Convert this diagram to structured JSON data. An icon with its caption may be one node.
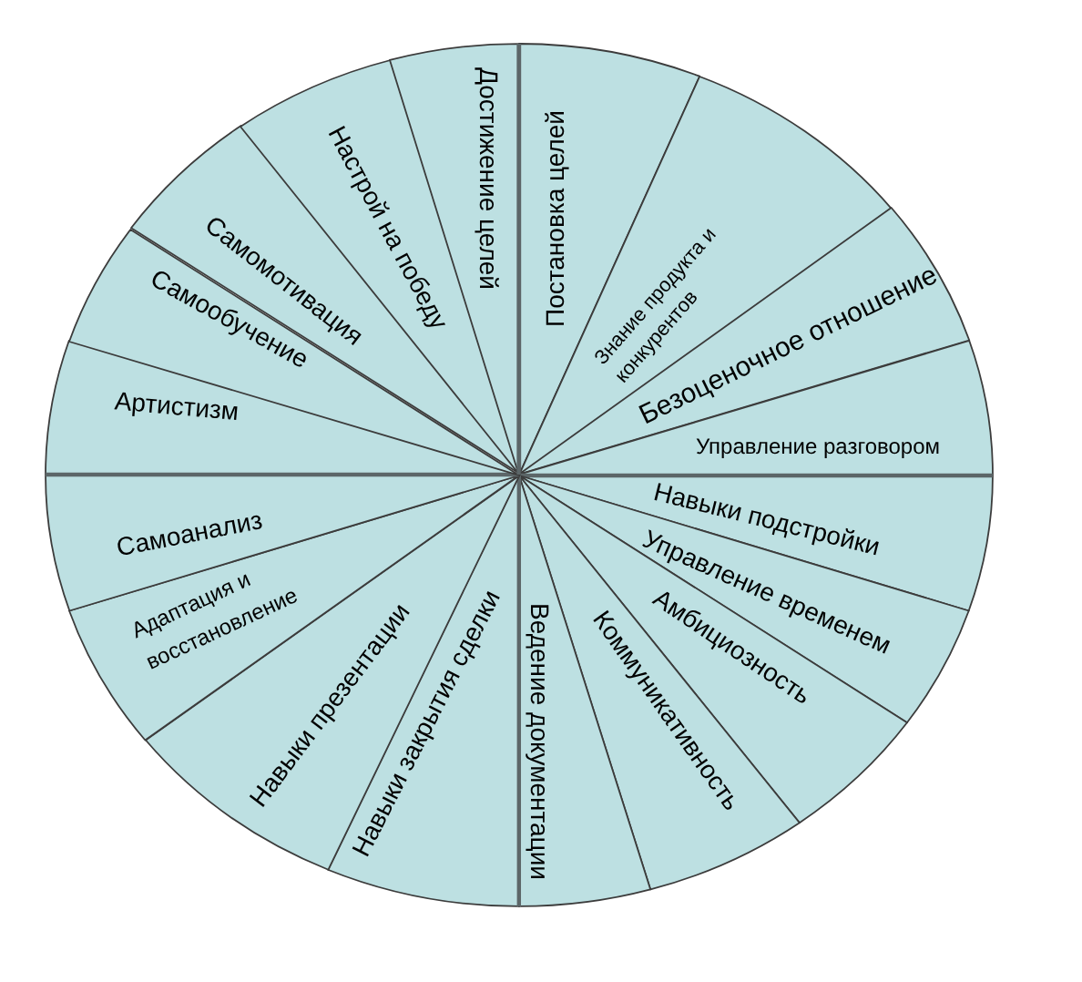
{
  "diagram": {
    "nodes": [
      {
        "text": [
          "Постановка целей"
        ]
      },
      {
        "text": [
          "Знание продукта и конкурентов"
        ]
      },
      {
        "text": [
          "Безоценочное отношение"
        ]
      },
      {
        "text": [
          "Управление разговором"
        ]
      },
      {
        "text": [
          "Навыки подстройки"
        ]
      },
      {
        "text": [
          "Управление временем"
        ]
      },
      {
        "text": [
          "Амбициозность"
        ]
      },
      {
        "text": [
          "Коммуникативность"
        ]
      },
      {
        "text": [
          "Ведение документации"
        ]
      },
      {
        "text": [
          "Навыки закрытия сделки"
        ]
      },
      {
        "text": [
          "Навыки презентации"
        ]
      },
      {
        "text": [
          "Адаптация и восстановление"
        ]
      },
      {
        "text": [
          "Самоанализ"
        ]
      },
      {
        "text": [
          "Артистизм"
        ]
      },
      {
        "text": [
          "Самообучение"
        ]
      },
      {
        "text": [
          "Самомотивация"
        ]
      },
      {
        "text": [
          "Настрой на победу"
        ]
      },
      {
        "text": [
          "Достижение целей"
        ]
      }
    ]
  }
}
